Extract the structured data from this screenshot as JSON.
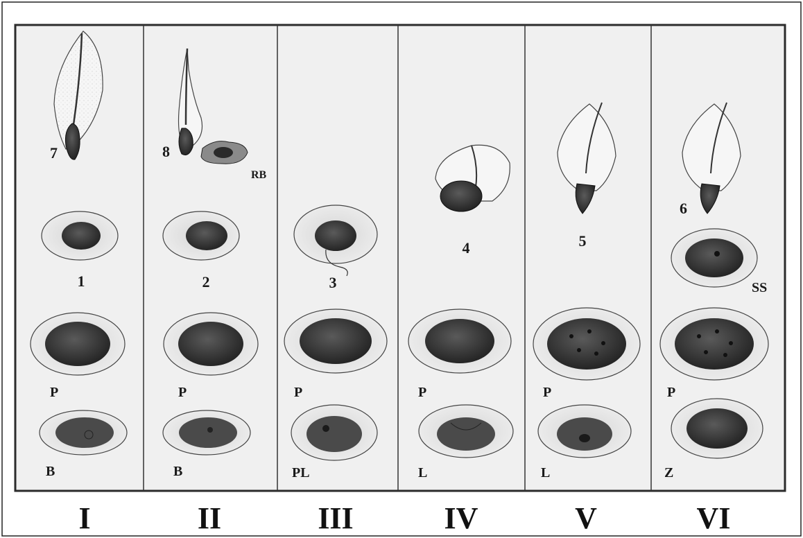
{
  "figure": {
    "columns": [
      {
        "roman": "I",
        "number_label": "7",
        "cell1_label": "1",
        "cell2_label": "P",
        "cell3_label": "B"
      },
      {
        "roman": "II",
        "number_label": "8",
        "extra_label": "RB",
        "cell1_label": "2",
        "cell2_label": "P",
        "cell3_label": "B"
      },
      {
        "roman": "III",
        "cell1_label": "3",
        "cell2_label": "P",
        "cell3_label": "PL"
      },
      {
        "roman": "IV",
        "number_label": "4",
        "cell2_label": "P",
        "cell3_label": "L"
      },
      {
        "roman": "V",
        "number_label": "5",
        "cell2_label": "P",
        "cell3_label": "L"
      },
      {
        "roman": "VI",
        "number_label": "6",
        "extra_label": "SS",
        "cell2_label": "P",
        "cell3_label": "Z"
      }
    ]
  },
  "colors": {
    "panel_bg": "#efefef",
    "cell_halo": "#e4e4e4",
    "nucleus": "#3a3a3a",
    "border": "#2b2b2b"
  }
}
